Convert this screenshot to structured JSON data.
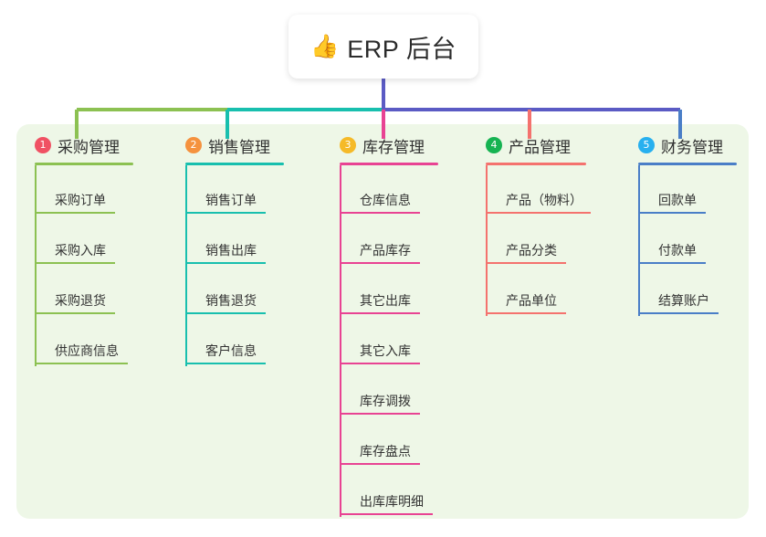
{
  "root": {
    "icon": "thumbs-up-icon",
    "emoji": "👍",
    "title": "ERP 后台"
  },
  "colors": {
    "panel_bg": "#eef7e7",
    "root_card_bg": "#ffffff",
    "root_stem": "#5b5bc4",
    "bus_left_green": "#8cc152",
    "bus_teal": "#18bfae",
    "bus_purple": "#5b5bc4",
    "branch_1": "#8cc152",
    "branch_2": "#18bfae",
    "branch_3": "#e84393",
    "branch_4": "#f4726e",
    "branch_5": "#4a7ec7",
    "badge_1": "#f05163",
    "badge_2": "#f5923e",
    "badge_3": "#f5ba28",
    "badge_4": "#16b352",
    "badge_5": "#27b0ef"
  },
  "columns": [
    {
      "index": "1",
      "badge": "1",
      "badge_color": "#f05163",
      "line_color": "#8cc152",
      "title": "采购管理",
      "items": [
        "采购订单",
        "采购入库",
        "采购退货",
        "供应商信息"
      ]
    },
    {
      "index": "2",
      "badge": "2",
      "badge_color": "#f5923e",
      "line_color": "#18bfae",
      "title": "销售管理",
      "items": [
        "销售订单",
        "销售出库",
        "销售退货",
        "客户信息"
      ]
    },
    {
      "index": "3",
      "badge": "3",
      "badge_color": "#f5ba28",
      "line_color": "#e84393",
      "title": "库存管理",
      "items": [
        "仓库信息",
        "产品库存",
        "其它出库",
        "其它入库",
        "库存调拨",
        "库存盘点",
        "出库库明细"
      ]
    },
    {
      "index": "4",
      "badge": "4",
      "badge_color": "#16b352",
      "line_color": "#f4726e",
      "title": "产品管理",
      "items": [
        "产品（物料）",
        "产品分类",
        "产品单位"
      ]
    },
    {
      "index": "5",
      "badge": "5",
      "badge_color": "#27b0ef",
      "line_color": "#4a7ec7",
      "title": "财务管理",
      "items": [
        "回款单",
        "付款单",
        "结算账户"
      ]
    }
  ]
}
